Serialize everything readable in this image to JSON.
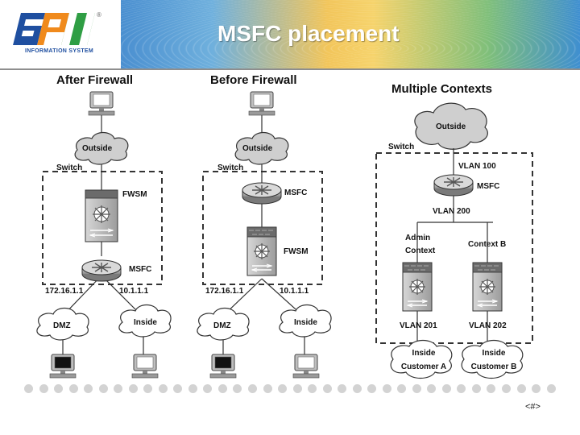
{
  "title": "MSFC placement",
  "logo": {
    "text": "FPT",
    "subtitle": "INFORMATION SYSTEM",
    "mark": "®"
  },
  "after": {
    "heading": "After Firewall",
    "outside": "Outside",
    "switch": "Switch",
    "fwsm": "FWSM",
    "msfc": "MSFC",
    "ip_left": "172.16.1.1",
    "ip_right": "10.1.1.1",
    "dmz": "DMZ",
    "inside": "Inside"
  },
  "before": {
    "heading": "Before Firewall",
    "outside": "Outside",
    "switch": "Switch",
    "msfc": "MSFC",
    "fwsm": "FWSM",
    "ip_left": "172.16.1.1",
    "ip_right": "10.1.1.1",
    "dmz": "DMZ",
    "inside": "Inside"
  },
  "multi": {
    "heading": "Multiple Contexts",
    "outside": "Outside",
    "switch": "Switch",
    "vlan100": "VLAN 100",
    "msfc": "MSFC",
    "vlan200": "VLAN 200",
    "admin_line1": "Admin",
    "admin_line2": "Context",
    "context_b": "Context B",
    "vlan201": "VLAN 201",
    "vlan202": "VLAN 202",
    "inside_a_line1": "Inside",
    "inside_a_line2": "Customer A",
    "inside_b_line1": "Inside",
    "inside_b_line2": "Customer B"
  },
  "page_number": "<#>"
}
